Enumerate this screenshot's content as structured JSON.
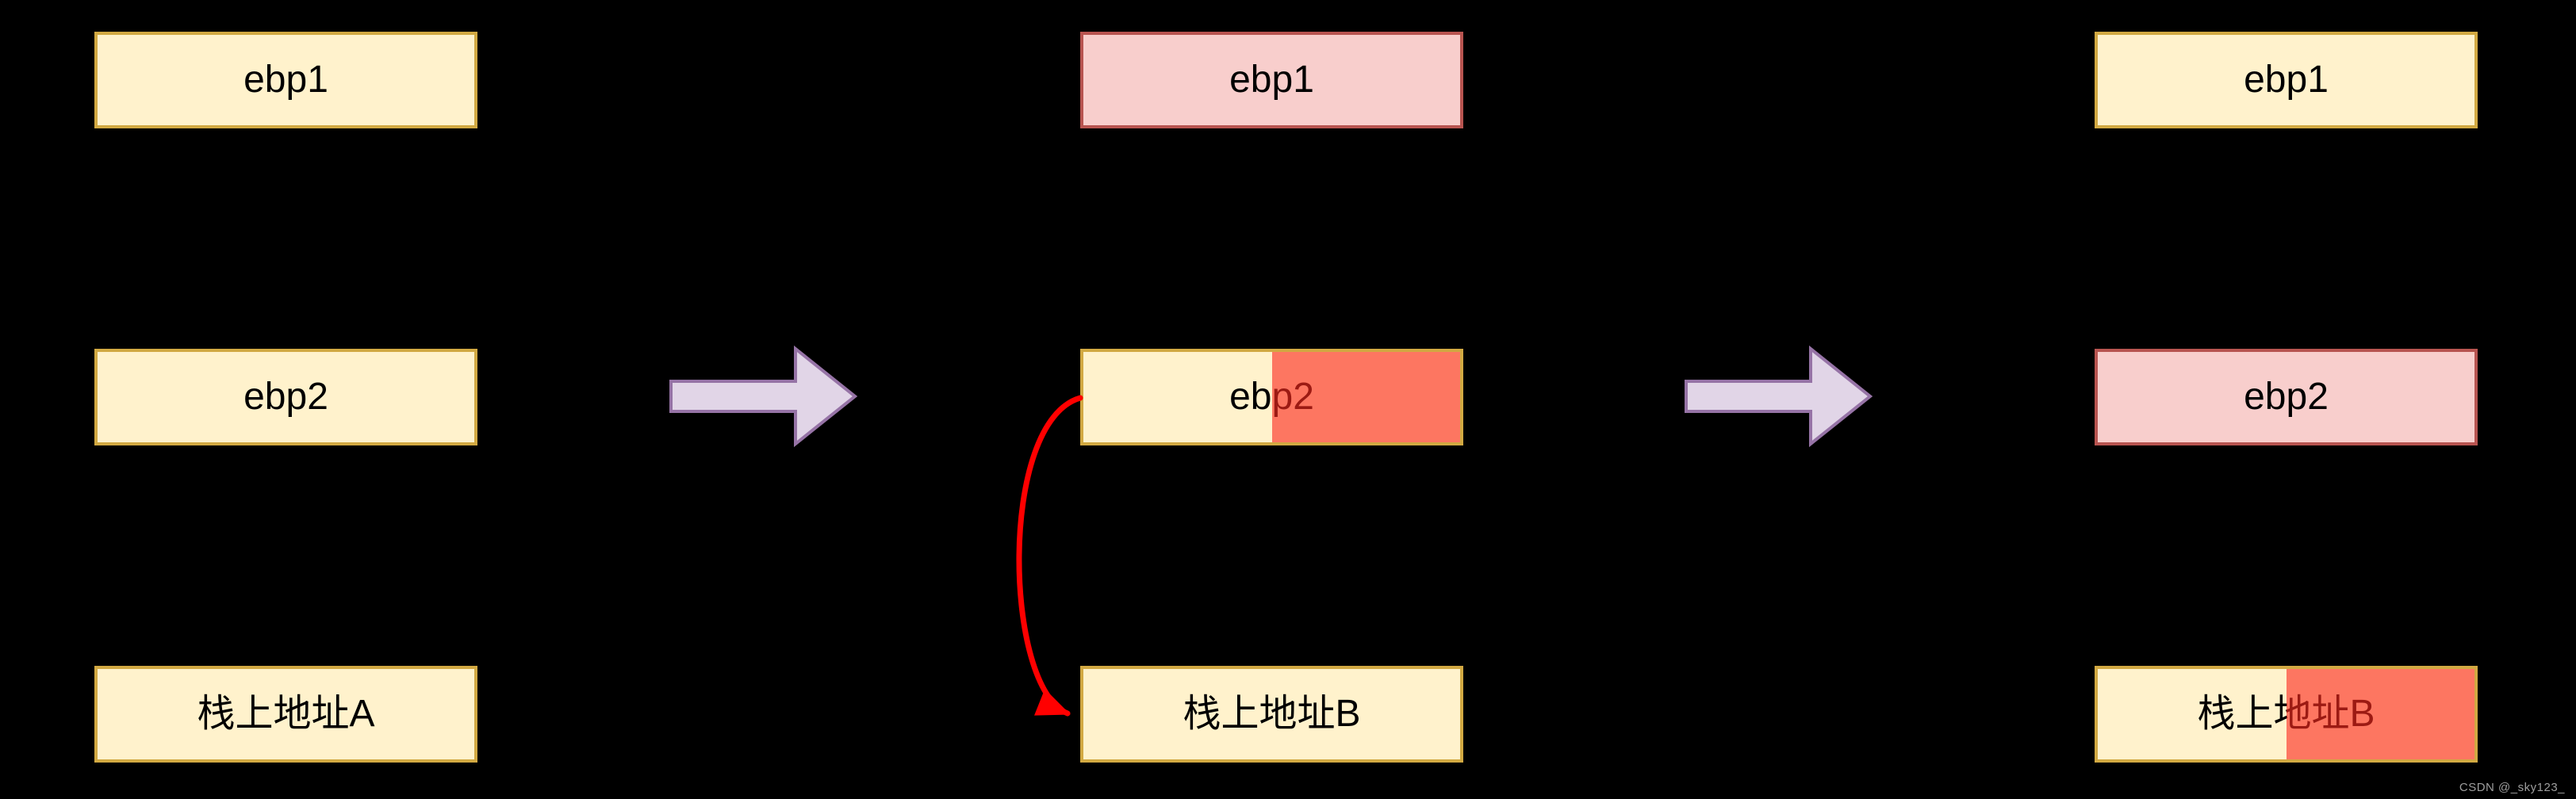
{
  "colors": {
    "background": "#000000",
    "cream-fill": "#FFF2CC",
    "gold-border": "#D2A942",
    "pink-fill": "#F8CECC",
    "pink-border": "#B85450",
    "red-overlay": "rgba(252,42,30,0.62)",
    "purple-arrow-fill": "#E1D5E7",
    "purple-arrow-stroke": "#9673A6",
    "red-arrow": "#FF0000",
    "text": "#000000",
    "watermark": "#9E9E9E"
  },
  "columns": {
    "left": {
      "boxes": [
        {
          "label": "ebp1"
        },
        {
          "label": "ebp2"
        },
        {
          "label": "栈上地址A"
        }
      ]
    },
    "middle": {
      "boxes": [
        {
          "label": "ebp1"
        },
        {
          "label": "ebp2"
        },
        {
          "label": "栈上地址B"
        }
      ]
    },
    "right": {
      "boxes": [
        {
          "label": "ebp1"
        },
        {
          "label": "ebp2"
        },
        {
          "label": "栈上地址B"
        }
      ]
    }
  },
  "watermark": {
    "text": "CSDN @_sky123_"
  }
}
